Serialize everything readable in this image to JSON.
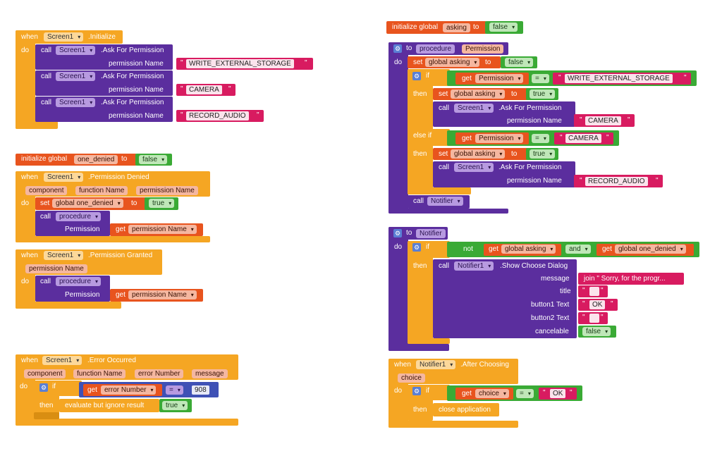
{
  "block1": {
    "when": "when",
    "component": "Screen1",
    "event": ".Initialize",
    "do": "do",
    "calls": [
      {
        "call": "call",
        "component": "Screen1",
        "method": ".Ask For Permission",
        "param": "permission Name",
        "value": "WRITE_EXTERNAL_STORAGE"
      },
      {
        "call": "call",
        "component": "Screen1",
        "method": ".Ask For Permission",
        "param": "permission Name",
        "value": "CAMERA"
      },
      {
        "call": "call",
        "component": "Screen1",
        "method": ".Ask For Permission",
        "param": "permission Name",
        "value": "RECORD_AUDIO"
      }
    ]
  },
  "init_one_denied": {
    "label": "initialize global",
    "name": "one_denied",
    "to": "to",
    "value": "false"
  },
  "perm_denied": {
    "when": "when",
    "component": "Screen1",
    "event": ".Permission Denied",
    "params": [
      "component",
      "function Name",
      "permission Name"
    ],
    "do": "do",
    "set": "set",
    "var": "global one_denied",
    "to": "to",
    "value": "true",
    "call": "call",
    "proc": "procedure",
    "arg_label": "Permission",
    "get": "get",
    "get_var": "permission Name"
  },
  "perm_granted": {
    "when": "when",
    "component": "Screen1",
    "event": ".Permission Granted",
    "params": [
      "permission Name"
    ],
    "do": "do",
    "call": "call",
    "proc": "procedure",
    "arg_label": "Permission",
    "get": "get",
    "get_var": "permission Name"
  },
  "error": {
    "when": "when",
    "component": "Screen1",
    "event": ".Error Occurred",
    "params": [
      "component",
      "function Name",
      "error Number",
      "message"
    ],
    "do": "do",
    "if": "if",
    "get": "get",
    "get_var": "error Number",
    "op": "=",
    "number": "908",
    "then": "then",
    "eval": "evaluate but ignore result",
    "value": "true"
  },
  "init_asking": {
    "label": "initialize global",
    "name": "asking",
    "to": "to",
    "value": "false"
  },
  "proc_permission": {
    "to": "to",
    "name": "procedure",
    "param": "Permission",
    "do": "do",
    "set": "set",
    "var": "global asking",
    "set_to": "to",
    "set_val": "false",
    "if": "if",
    "get": "get",
    "get_var": "Permission",
    "op": "=",
    "cmp1": "WRITE_EXTERNAL_STORAGE",
    "then": "then",
    "set2_val": "true",
    "call": "call",
    "component": "Screen1",
    "method": ".Ask For Permission",
    "perm_label": "permission Name",
    "perm1": "CAMERA",
    "else_if": "else if",
    "cmp2": "CAMERA",
    "perm2": "RECORD_AUDIO",
    "call_notifier": "Notifier"
  },
  "proc_notifier": {
    "to": "to",
    "name": "Notifier",
    "do": "do",
    "if": "if",
    "not": "not",
    "get": "get",
    "var1": "global asking",
    "and": "and",
    "var2": "global one_denied",
    "then": "then",
    "call": "call",
    "component": "Notifier1",
    "method": ".Show Choose Dialog",
    "args": [
      {
        "label": "message",
        "value": "join \" Sorry, for the progr..."
      },
      {
        "label": "title",
        "value": ""
      },
      {
        "label": "button1 Text",
        "value": "OK"
      },
      {
        "label": "button2 Text",
        "value": ""
      },
      {
        "label": "cancelable",
        "value": "false"
      }
    ]
  },
  "after_choosing": {
    "when": "when",
    "component": "Notifier1",
    "event": ".After Choosing",
    "param": "choice",
    "do": "do",
    "if": "if",
    "get": "get",
    "get_var": "choice",
    "op": "=",
    "value": "OK",
    "then": "then",
    "action": "close application"
  }
}
